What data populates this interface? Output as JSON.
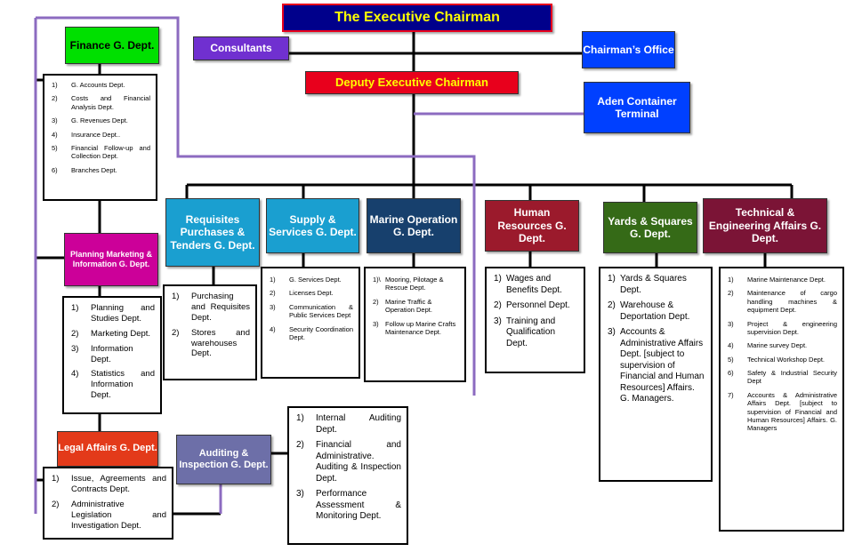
{
  "top": {
    "title": "The Executive Chairman"
  },
  "consultants": {
    "label": "Consultants"
  },
  "chairmans_office": {
    "label": "Chairman’s Office"
  },
  "deputy": {
    "label": "Deputy Executive Chairman"
  },
  "aden": {
    "label": "Aden Container Terminal"
  },
  "finance": {
    "label": "Finance G. Dept.",
    "items": [
      {
        "n": "1)",
        "t": "G. Accounts Dept."
      },
      {
        "n": "2)",
        "t": "Costs and Financial Analysis Dept."
      },
      {
        "n": "3)",
        "t": "G. Revenues Dept."
      },
      {
        "n": "4)",
        "t": "Insurance Dept.."
      },
      {
        "n": "5)",
        "t": "Financial Follow-up and Collection Dept."
      },
      {
        "n": "6)",
        "t": "Branches Dept."
      }
    ]
  },
  "planning": {
    "label": "Planning Marketing & Information G. Dept.",
    "items": [
      {
        "n": "1)",
        "t": "Planning and Studies Dept."
      },
      {
        "n": "2)",
        "t": "Marketing Dept."
      },
      {
        "n": "3)",
        "t": "Information Dept."
      },
      {
        "n": "4)",
        "t": "Statistics and Information Dept."
      }
    ]
  },
  "legal": {
    "label": "Legal Affairs G. Dept.",
    "items": [
      {
        "n": "1)",
        "t": "Issue, Agreements and Contracts Dept."
      },
      {
        "n": "2)",
        "t": "Administrative Legislation and Investigation Dept."
      }
    ]
  },
  "auditing": {
    "label": "Auditing & Inspection G. Dept.",
    "items": [
      {
        "n": "1)",
        "t": "Internal Auditing Dept."
      },
      {
        "n": "2)",
        "t": "Financial and Administrative. Auditing & Inspection Dept."
      },
      {
        "n": "3)",
        "t": "Performance Assessment & Monitoring Dept."
      }
    ]
  },
  "requisites": {
    "label": "Requisites Purchases & Tenders G. Dept.",
    "items": [
      {
        "n": "1)",
        "t": "Purchasing and Requisites Dept."
      },
      {
        "n": "2)",
        "t": "Stores and warehouses Dept."
      }
    ]
  },
  "supply": {
    "label": "Supply & Services G. Dept.",
    "items": [
      {
        "n": "1)",
        "t": "G. Services Dept."
      },
      {
        "n": "2)",
        "t": "Licenses Dept."
      },
      {
        "n": "3)",
        "t": "Communication & Public Services Dept"
      },
      {
        "n": "4)",
        "t": "Security Coordination Dept."
      }
    ]
  },
  "marine": {
    "label": "Marine Operation G. Dept.",
    "items": [
      {
        "n": "1)\\",
        "t": "Mooring, Pilotage & Rescue Dept."
      },
      {
        "n": "2)",
        "t": "Marine Traffic & Operation Dept."
      },
      {
        "n": "3)",
        "t": "Follow up Marine Crafts Maintenance Dept."
      }
    ]
  },
  "hr": {
    "label": "Human Resources G. Dept.",
    "items": [
      {
        "n": "1)",
        "t": "Wages and Benefits Dept."
      },
      {
        "n": "2)",
        "t": "Personnel Dept."
      },
      {
        "n": "3)",
        "t": "Training and Qualification Dept."
      }
    ]
  },
  "yards": {
    "label": "Yards & Squares G. Dept.",
    "items": [
      {
        "n": "1)",
        "t": "Yards & Squares Dept."
      },
      {
        "n": "2)",
        "t": "Warehouse & Deportation Dept."
      },
      {
        "n": "3)",
        "t": "Accounts & Administrative Affairs Dept. [subject to supervision of Financial and Human Resources] Affairs. G. Managers."
      }
    ]
  },
  "technical": {
    "label": "Technical & Engineering Affairs G. Dept.",
    "items": [
      {
        "n": "1)",
        "t": "Marine Maintenance Dept."
      },
      {
        "n": "2)",
        "t": "Maintenance of cargo handling machines & equipment Dept."
      },
      {
        "n": "3)",
        "t": "Project & engineering supervision Dept."
      },
      {
        "n": "4)",
        "t": "Marine survey Dept."
      },
      {
        "n": "5)",
        "t": "Technical Workshop Dept."
      },
      {
        "n": "6)",
        "t": "Safety & Industrial Security Dept"
      },
      {
        "n": "7)",
        "t": "Accounts & Administrative Affairs Dept. [subject to supervision of Financial and Human Resources] Affairs. G. Managers"
      }
    ]
  },
  "colors": {
    "navy": "#00008b",
    "red": "#e8001c",
    "purple": "#7030d0",
    "blue": "#0040ff",
    "green": "#00e000",
    "magenta": "#cc0099",
    "orange_red": "#e33a1a",
    "slate": "#6d6fa8",
    "teal": "#1a9fd0",
    "dark_blue": "#17406d",
    "crimson": "#9b1a2c",
    "olive": "#356a17",
    "plum": "#7b1436",
    "line_purple": "#8c6bc0"
  }
}
